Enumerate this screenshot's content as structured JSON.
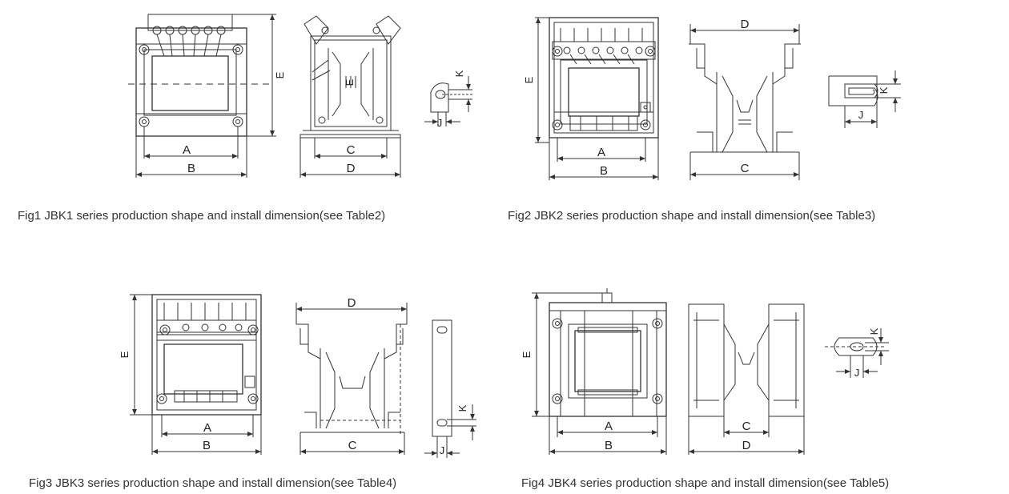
{
  "palette": {
    "line": "#333333",
    "text": "#333333",
    "background": "#ffffff"
  },
  "figures": [
    {
      "caption": "Fig1 JBK1 series production shape and install dimension(see Table2)",
      "labels": {
        "A": "A",
        "B": "B",
        "C": "C",
        "D": "D",
        "E": "E",
        "F": "E",
        "J": "J",
        "K": "K"
      }
    },
    {
      "caption": "Fig2 JBK2 series production shape and install dimension(see Table3)",
      "labels": {
        "A": "A",
        "B": "B",
        "C": "C",
        "D": "D",
        "E": "E",
        "J": "J",
        "K": "K"
      }
    },
    {
      "caption": "Fig3 JBK3 series production shape and install dimension(see Table4)",
      "labels": {
        "A": "A",
        "B": "B",
        "C": "C",
        "D": "D",
        "E": "E",
        "J": "J",
        "K": "K"
      }
    },
    {
      "caption": "Fig4 JBK4 series production shape and install dimension(see Table5)",
      "labels": {
        "A": "A",
        "B": "B",
        "C": "C",
        "D": "D",
        "E": "E",
        "J": "J",
        "K": "K"
      }
    }
  ]
}
